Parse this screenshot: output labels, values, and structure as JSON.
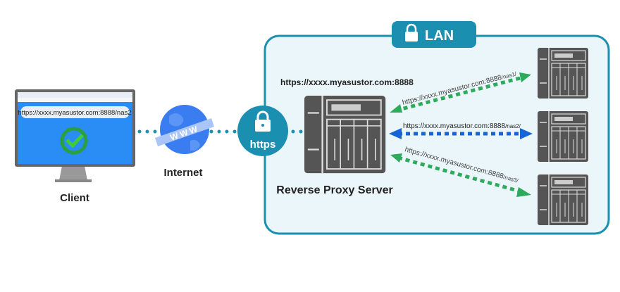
{
  "lan": {
    "label": "LAN",
    "icon": "lock-icon",
    "color": "#1a8fb0"
  },
  "client": {
    "label": "Client",
    "url": "https://xxxx.myasustor.com:8888/nas2",
    "status_icon": "check-circle-icon"
  },
  "internet": {
    "label": "Internet",
    "globe_text": "WWW"
  },
  "https": {
    "label": "https",
    "icon": "lock-icon"
  },
  "proxy": {
    "label": "Reverse Proxy Server",
    "url": "https://xxxx.myasustor.com:8888"
  },
  "links": [
    {
      "base": "https://xxxx.myasustor.com:8888",
      "suffix": "/nas1/",
      "color": "#2eaa5c"
    },
    {
      "base": "https://xxxx.myasustor.com:8888",
      "suffix": "/nas2/",
      "color": "#1565d8"
    },
    {
      "base": "https://xxxx.myasustor.com:8888",
      "suffix": "/nas3/",
      "color": "#2eaa5c"
    }
  ]
}
